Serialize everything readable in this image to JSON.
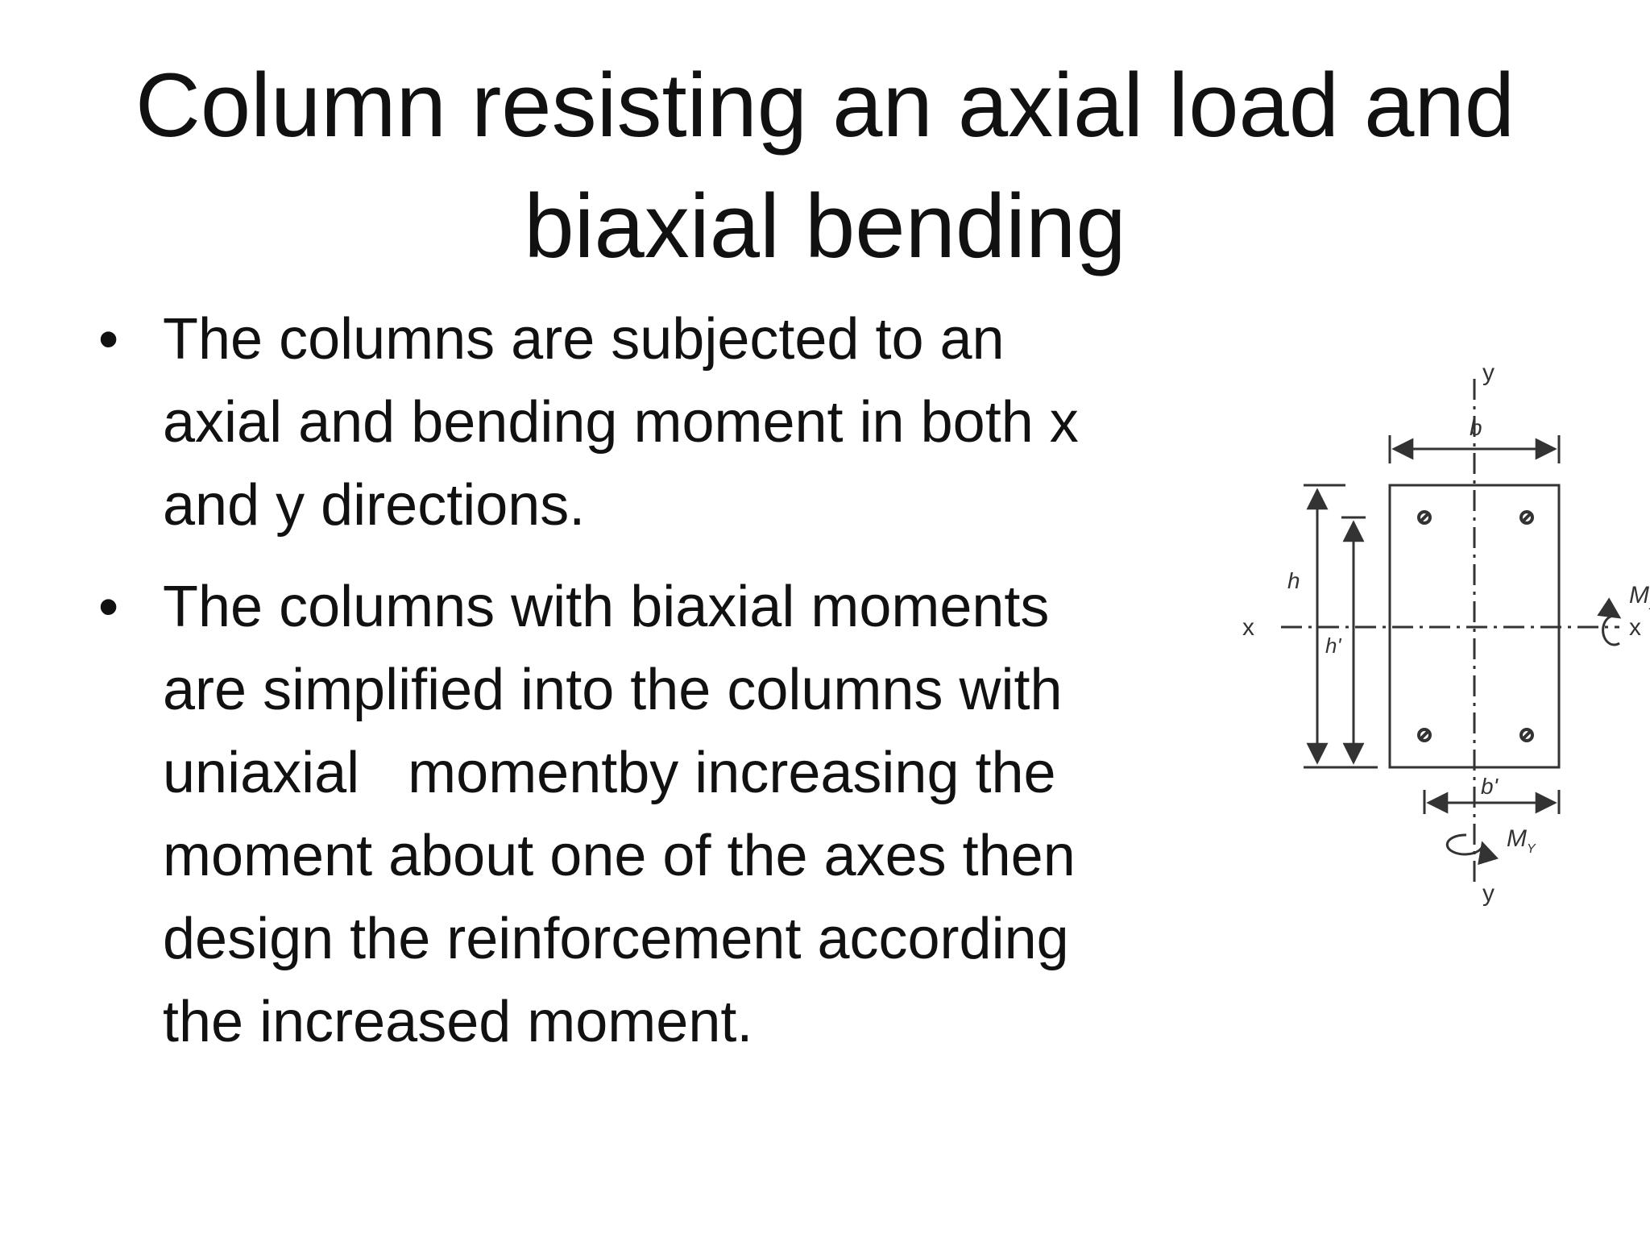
{
  "slide": {
    "title_lines": [
      "Column resisting an axial load and",
      "biaxial bending"
    ],
    "bullets": [
      {
        "lines": [
          "The columns are subjected to an",
          "axial and bending moment in both x",
          "and y directions."
        ]
      },
      {
        "lines": [
          "The columns with biaxial moments",
          "are simplified into the columns with",
          "uniaxial   momentby increasing the",
          "moment about one of the axes then",
          "design the reinforcement according",
          "the increased moment."
        ]
      }
    ],
    "bullet_symbol": "•"
  },
  "diagram": {
    "labels": {
      "y_top": "y",
      "y_bottom": "y",
      "x_left": "x",
      "x_right": "x",
      "b": "b",
      "b_prime": "b'",
      "h": "h",
      "h_prime": "h'",
      "Mx": "M",
      "Mx_sub": "x",
      "My": "M",
      "My_sub": "Y"
    },
    "line_color": "#333333"
  }
}
